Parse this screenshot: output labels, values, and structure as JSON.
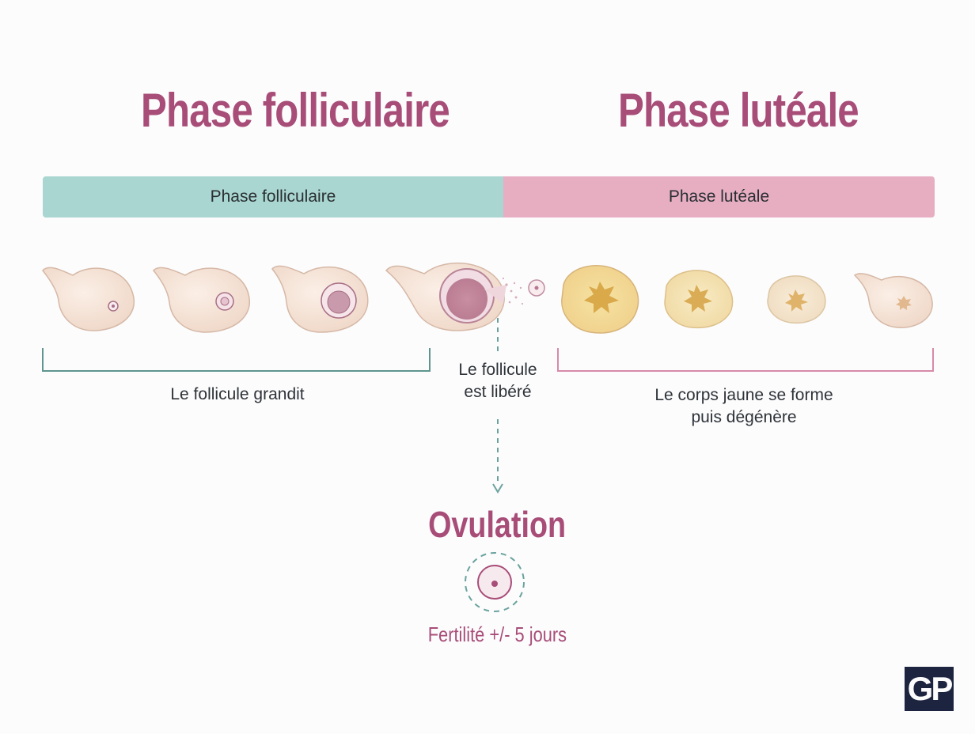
{
  "titles": {
    "follicular": "Phase folliculaire",
    "luteal": "Phase lutéale"
  },
  "bar": {
    "follicular_label": "Phase folliculaire",
    "luteal_label": "Phase lutéale"
  },
  "captions": {
    "follicle_grows": "Le follicule grandit",
    "released_line1": "Le follicule",
    "released_line2": "est libéré",
    "corpus_line1": "Le corps jaune se forme",
    "corpus_line2": "puis dégénère"
  },
  "ovulation": {
    "title": "Ovulation",
    "fertility": "Fertilité +/- 5 jours"
  },
  "logo": {
    "text": "GP"
  },
  "colors": {
    "title": "#a84d78",
    "follicular_bar": "#a9d6d0",
    "luteal_bar": "#e7aec2",
    "follicular_bracket": "#5f958f",
    "luteal_bracket": "#d68aa8",
    "dashed_line": "#6aa39d"
  },
  "icons": {
    "ovary_stages": [
      "ovary-stage-1-icon",
      "ovary-stage-2-icon",
      "ovary-stage-3-icon",
      "ovary-rupture-icon"
    ],
    "corpus_luteum_stages": [
      "corpus-luteum-1-icon",
      "corpus-luteum-2-icon",
      "corpus-luteum-3-icon",
      "corpus-albicans-icon"
    ],
    "released_egg": "egg-icon",
    "ovulation_egg": "ovulation-egg-icon"
  }
}
